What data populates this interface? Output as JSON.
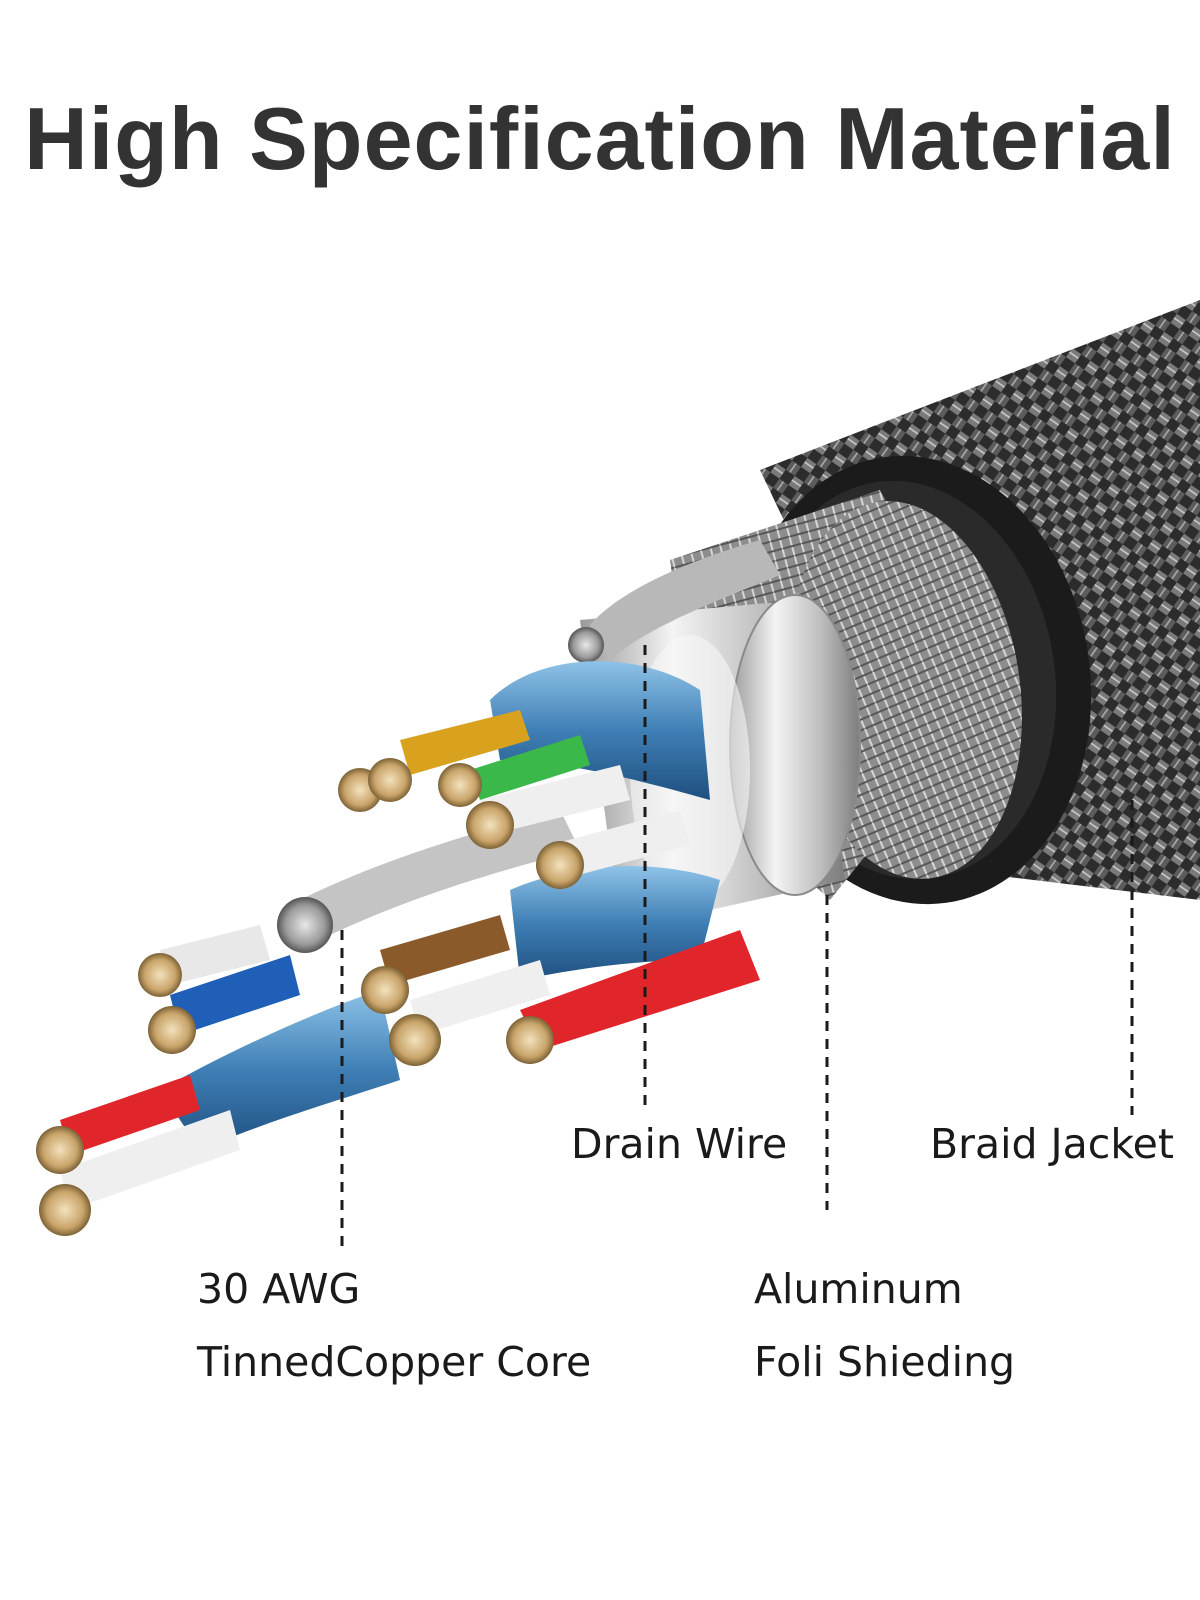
{
  "title": "High Specification Material",
  "labels": {
    "drain_wire": "Drain Wire",
    "braid_jacket": "Braid Jacket",
    "awg_line1": "30 AWG",
    "awg_line2": "TinnedCopper Core",
    "foil_line1": "Aluminum",
    "foil_line2": "Foli Shieding"
  },
  "colors": {
    "title_text": "#333333",
    "jacket": "#2b2b2b",
    "shield_blue": "#4a86b8",
    "copper": "#d6b98a",
    "wire_red": "#e0262b",
    "wire_blue": "#1f5fb8",
    "wire_green": "#3bb84a",
    "wire_yellow": "#d8a21e",
    "wire_brown": "#8a5a2a"
  }
}
